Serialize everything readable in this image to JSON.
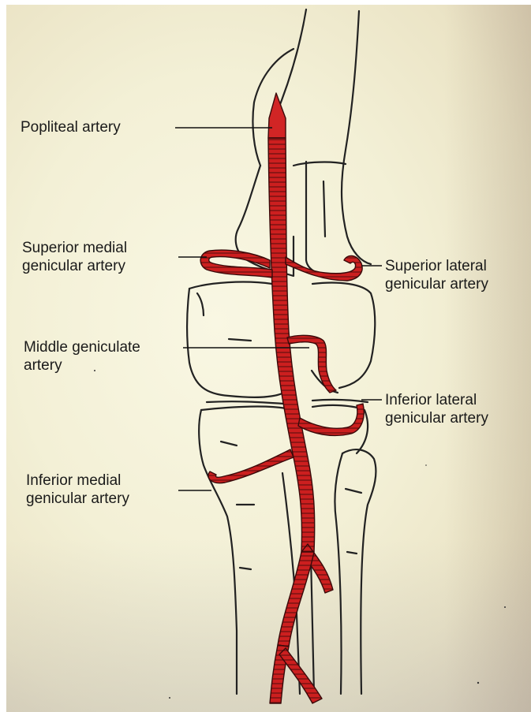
{
  "labels": {
    "popliteal": [
      "Popliteal artery"
    ],
    "superior_medial": [
      "Superior medial",
      "genicular artery"
    ],
    "superior_lateral": [
      "Superior lateral",
      "genicular artery"
    ],
    "middle_geniculate": [
      "Middle geniculate",
      "artery"
    ],
    "inferior_lateral": [
      "Inferior lateral",
      "genicular artery"
    ],
    "inferior_medial": [
      "Inferior medial",
      "genicular artery"
    ]
  },
  "colors": {
    "artery": "#cc1f1f",
    "artery_outline": "#3a0a0a",
    "bone_line": "#222222",
    "background": "#f3f0d6"
  }
}
